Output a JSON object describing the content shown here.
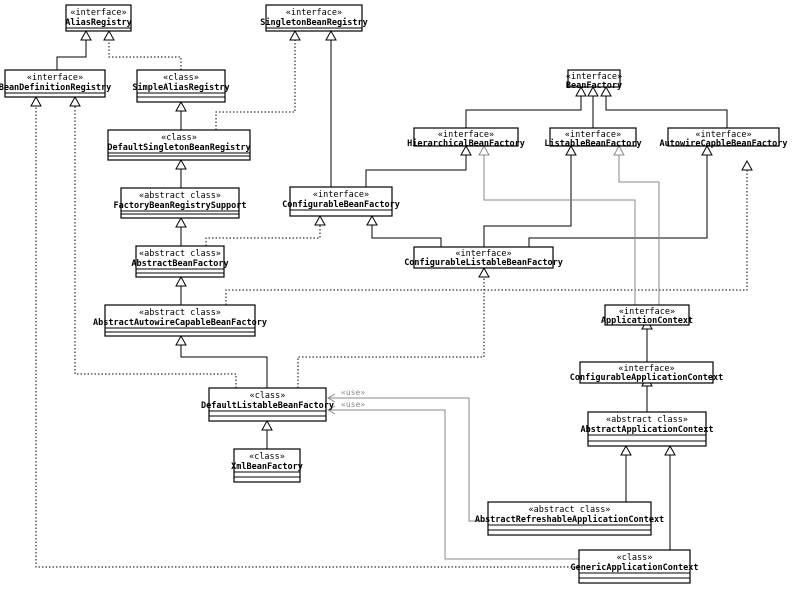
{
  "diagram": {
    "boxes": {
      "alias_registry": {
        "stereotype": "«interface»",
        "name": "AliasRegistry"
      },
      "singleton_bean_registry": {
        "stereotype": "«interface»",
        "name": "SingletonBeanRegistry"
      },
      "bean_definition_registry": {
        "stereotype": "«interface»",
        "name": "BeanDefinitionRegistry"
      },
      "simple_alias_registry": {
        "stereotype": "«class»",
        "name": "SimpleAliasRegistry"
      },
      "bean_factory": {
        "stereotype": "«interface»",
        "name": "BeanFactory"
      },
      "hierarchical_bean_factory": {
        "stereotype": "«interface»",
        "name": "HierarchicalBeanFactory"
      },
      "listable_bean_factory": {
        "stereotype": "«interface»",
        "name": "ListableBeanFactory"
      },
      "autowire_capable_bean_factory": {
        "stereotype": "«interface»",
        "name": "AutowireCapbleBeanFactory"
      },
      "default_singleton_bean_registry": {
        "stereotype": "«class»",
        "name": "DefaultSingletonBeanRegistry"
      },
      "factory_bean_registry_support": {
        "stereotype": "«abstract class»",
        "name": "FactoryBeanRegistrySupport"
      },
      "configurable_bean_factory": {
        "stereotype": "«interface»",
        "name": "ConfigurableBeanFactory"
      },
      "abstract_bean_factory": {
        "stereotype": "«abstract class»",
        "name": "AbstractBeanFactory"
      },
      "configurable_listable_bean_factory": {
        "stereotype": "«interface»",
        "name": "ConfigurableListableBeanFactory"
      },
      "abstract_autowire_capable_bean_factory": {
        "stereotype": "«abstract class»",
        "name": "AbstractAutowireCapableBeanFactory"
      },
      "application_context": {
        "stereotype": "«interface»",
        "name": "ApplicationContext"
      },
      "configurable_application_context": {
        "stereotype": "«interface»",
        "name": "ConfigurableApplicationContext"
      },
      "default_listable_bean_factory": {
        "stereotype": "«class»",
        "name": "DefaultListableBeanFactory"
      },
      "abstract_application_context": {
        "stereotype": "«abstract class»",
        "name": "AbstractApplicationContext"
      },
      "xml_bean_factory": {
        "stereotype": "«class»",
        "name": "XmlBeanFactory"
      },
      "abstract_refreshable_application_context": {
        "stereotype": "«abstract class»",
        "name": "AbstractRefreshableApplicationContext"
      },
      "generic_application_context": {
        "stereotype": "«class»",
        "name": "GenericApplicationContext"
      }
    },
    "use_labels": [
      "«use»",
      "«use»"
    ]
  }
}
